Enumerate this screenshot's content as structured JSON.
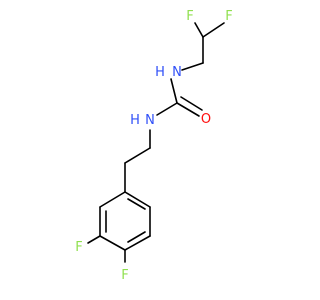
{
  "molecule": {
    "atoms": [
      {
        "id": "F1",
        "symbol": "F",
        "color": "#90e050"
      },
      {
        "id": "F2",
        "symbol": "F",
        "color": "#90e050"
      },
      {
        "id": "N1",
        "symbol": "N",
        "color": "#3050f8"
      },
      {
        "id": "N2",
        "symbol": "N",
        "color": "#3050f8"
      },
      {
        "id": "O1",
        "symbol": "O",
        "color": "#ff0d0d"
      },
      {
        "id": "F3",
        "symbol": "F",
        "color": "#90e050"
      },
      {
        "id": "F4",
        "symbol": "F",
        "color": "#90e050"
      }
    ],
    "bond_color": "#000000"
  }
}
